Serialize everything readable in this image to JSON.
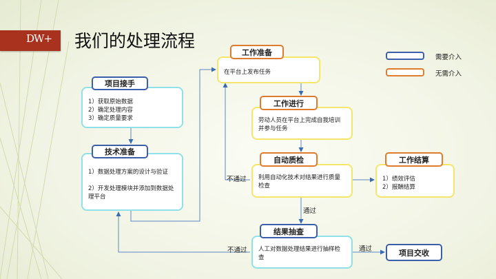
{
  "title": "我们的处理流程",
  "logo_text": "DW+",
  "legend": {
    "need": "需要介入",
    "no_need": "无需介入"
  },
  "steps": {
    "project_intake": {
      "title": "项目接手",
      "lines": [
        "1）获取原始数据",
        "2）确定处理内容",
        "3）确定质量要求"
      ]
    },
    "tech_prep": {
      "title": "技术准备",
      "line1": "1）数据处理方案的设计与验证",
      "line2": "2）开发处理模块并添加到数据处理平台"
    },
    "work_prep": {
      "title": "工作准备",
      "text": "在平台上发布任务"
    },
    "work_progress": {
      "title": "工作进行",
      "text": "劳动人员在平台上完成自我培训并参与任务"
    },
    "auto_qc": {
      "title": "自动质检",
      "text": "利用自动化技术对结果进行质量检查"
    },
    "settlement": {
      "title": "工作结算",
      "lines": [
        "1）绩效评估",
        "2）报酬结算"
      ]
    },
    "sampling": {
      "title": "结果抽查",
      "text": "人工对数据处理结果进行抽样检查"
    },
    "delivery": {
      "title": "项目交收"
    }
  },
  "edge_labels": {
    "fail_1": "不通过",
    "pass_1": "通过",
    "fail_2": "不通过",
    "pass_2": "通过"
  }
}
